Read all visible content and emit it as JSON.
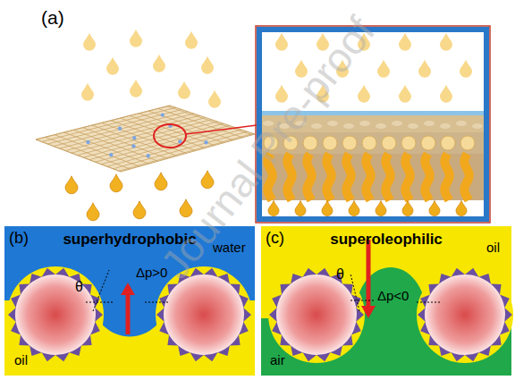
{
  "diagram": {
    "labels": [
      "(a)",
      "(b)",
      "superhydrophobic",
      "water",
      "oil",
      "θ",
      "Δp>0",
      "(c)",
      "superoleophilic",
      "oil",
      "air",
      "θ",
      "Δp<0",
      "Journal Pre-proof"
    ]
  }
}
